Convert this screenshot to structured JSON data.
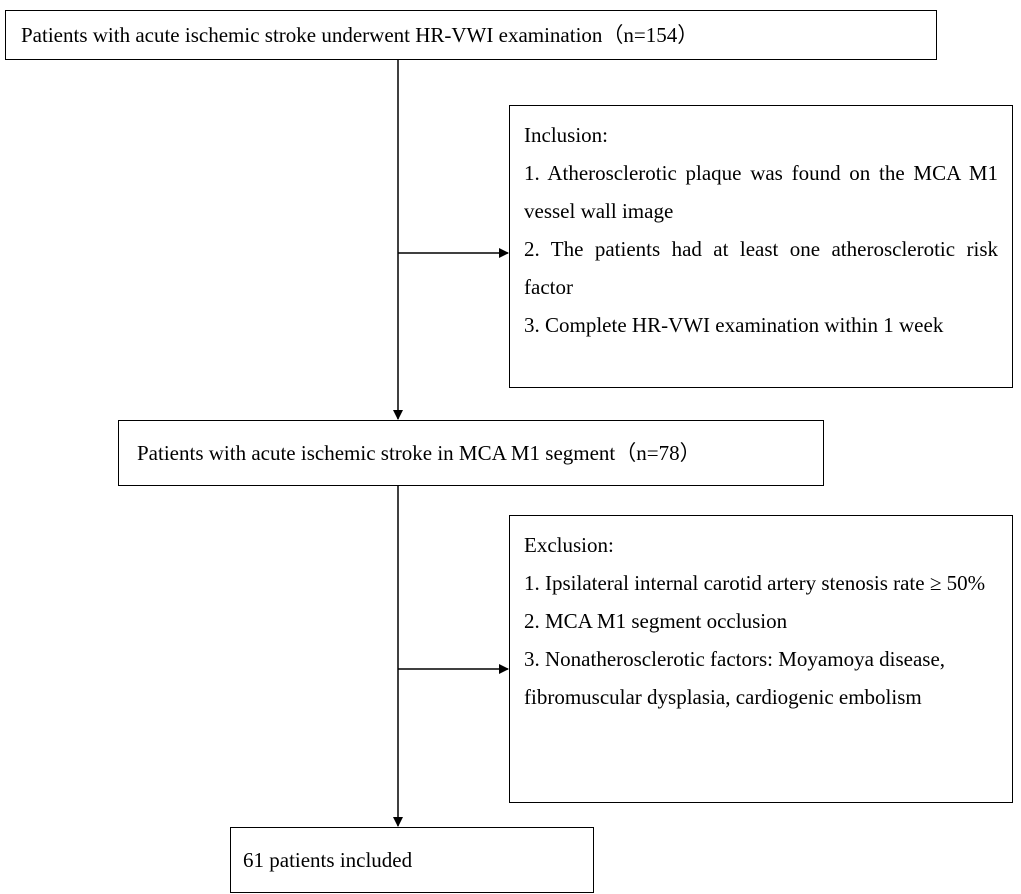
{
  "top_box": {
    "text": "Patients with acute ischemic stroke underwent HR-VWI examination（n=154）"
  },
  "inclusion": {
    "title": "Inclusion:",
    "items": [
      "1. Atherosclerotic plaque was found on the MCA M1 vessel wall image",
      "2. The patients had at least one atherosclerotic risk factor",
      "3. Complete HR-VWI examination within 1 week"
    ]
  },
  "middle_box": {
    "text": "Patients with acute ischemic stroke in MCA M1 segment（n=78）"
  },
  "exclusion": {
    "title": "Exclusion:",
    "items": [
      "1. Ipsilateral internal carotid artery stenosis rate ≥ 50%",
      "2. MCA M1 segment occlusion",
      "3. Nonatherosclerotic factors: Moyamoya disease, fibromuscular dysplasia, cardiogenic embolism"
    ]
  },
  "final_box": {
    "text": "61 patients included"
  },
  "colors": {
    "line": "#000000",
    "box_fill": "#ffffff"
  }
}
